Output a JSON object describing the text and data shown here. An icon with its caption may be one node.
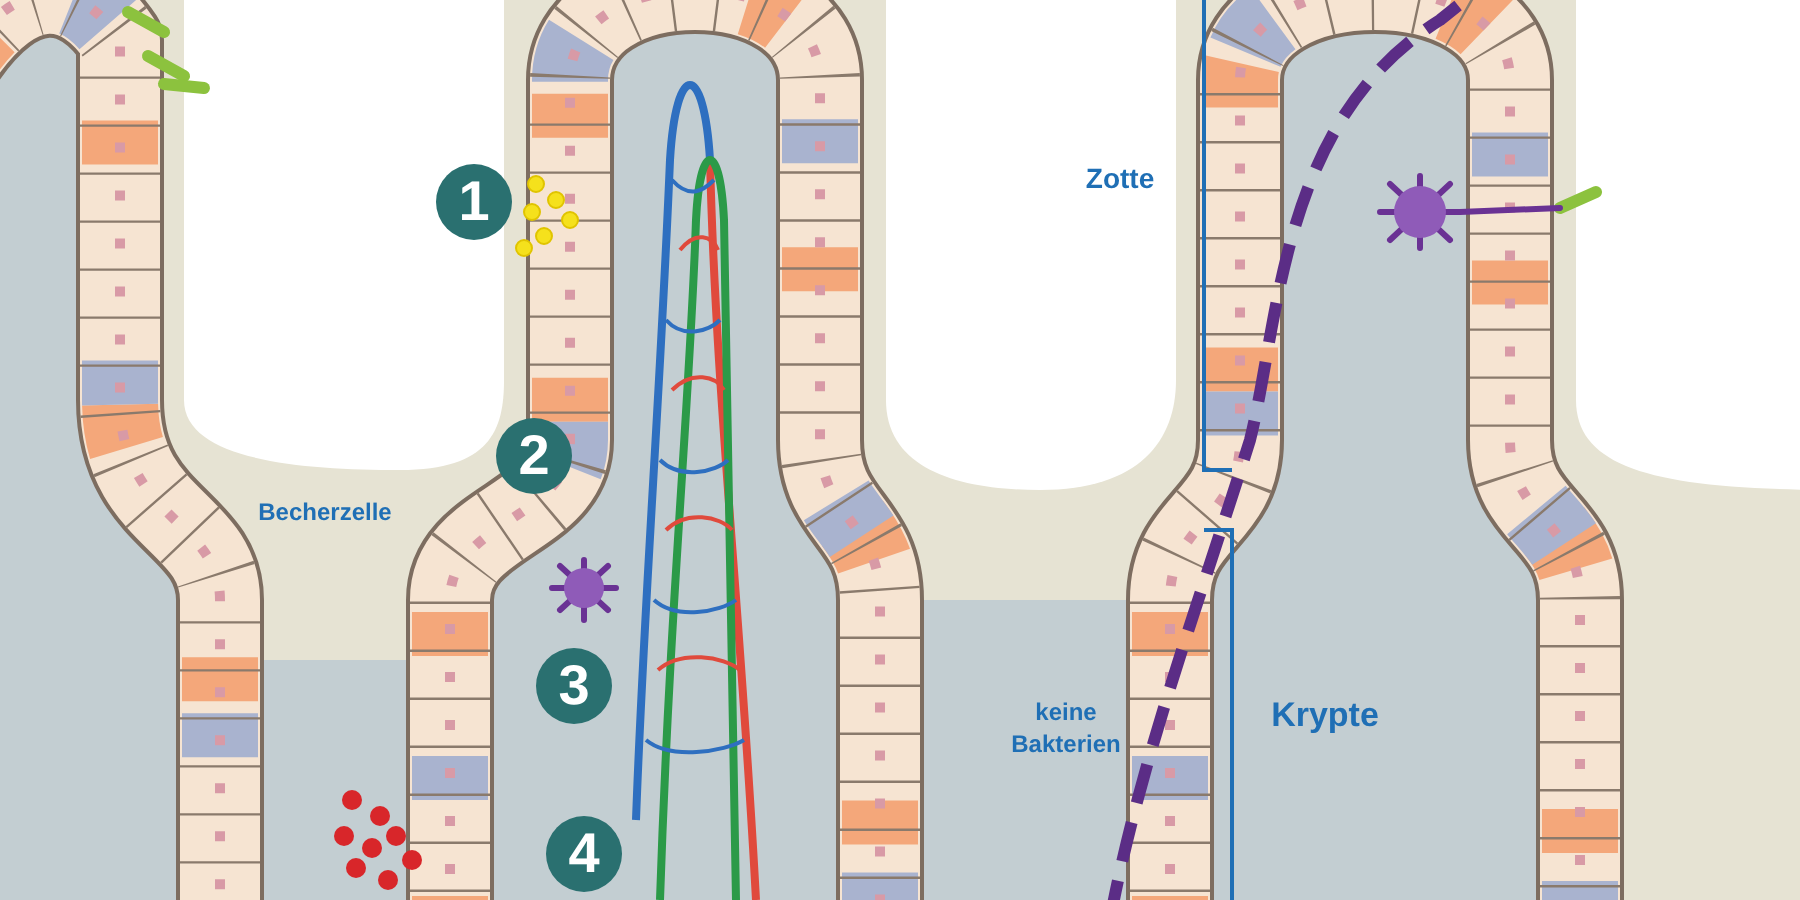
{
  "diagram": {
    "labels": [
      "Zotte",
      "1",
      "2",
      "Becherzelle",
      "3",
      "Krypte",
      "keine Bakterien",
      "4"
    ]
  }
}
